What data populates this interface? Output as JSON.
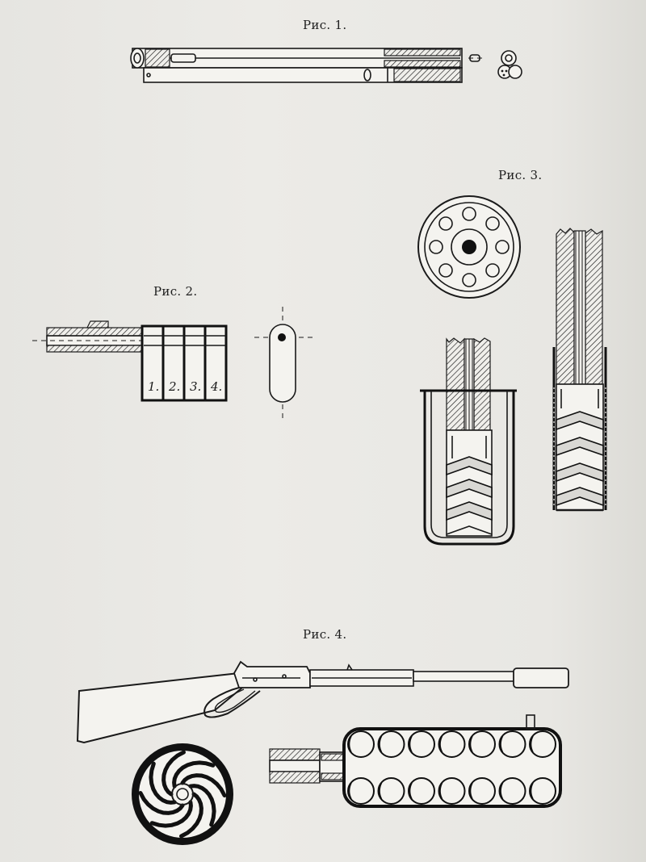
{
  "figures": {
    "fig1": {
      "caption": "Рис. 1."
    },
    "fig2": {
      "caption": "Рис. 2.",
      "chamber_numbers": [
        "1.",
        "2.",
        "3.",
        "4."
      ]
    },
    "fig3": {
      "caption": "Рис. 3."
    },
    "fig4": {
      "caption": "Рис. 4."
    }
  },
  "colors": {
    "paper": "#e9e8e4",
    "ink": "#1a1a1a"
  }
}
